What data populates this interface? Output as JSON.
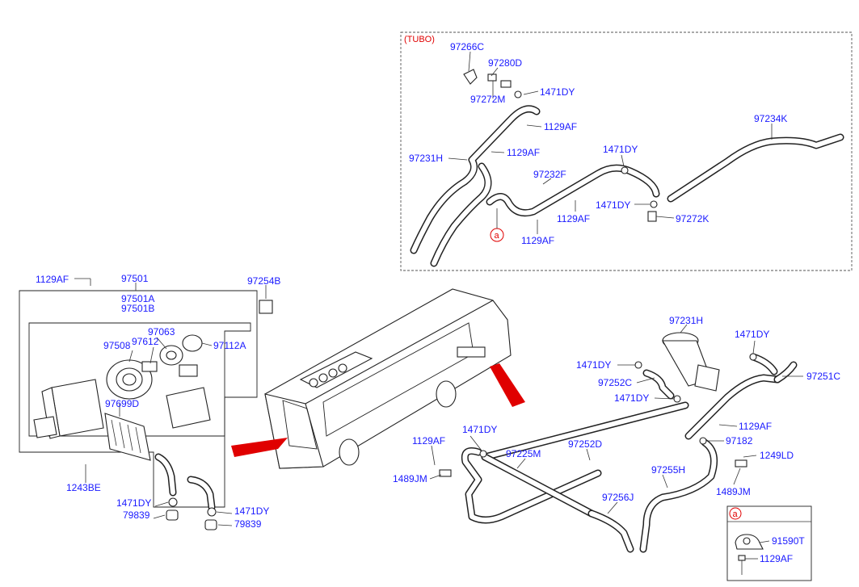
{
  "labels": {
    "tubo": "(TUBO)",
    "p97266C": "97266C",
    "p97280D": "97280D",
    "p97272M": "97272M",
    "p1471DY_a": "1471DY",
    "p1129AF_a": "1129AF",
    "p1129AF_b": "1129AF",
    "p97231H_a": "97231H",
    "p97232F": "97232F",
    "p1471DY_b": "1471DY",
    "p1471DY_c": "1471DY",
    "p97272K": "97272K",
    "p1129AF_c": "1129AF",
    "p1129AF_d": "1129AF",
    "p97234K": "97234K",
    "circle_a": "a",
    "p1129AF_e": "1129AF",
    "p97501": "97501",
    "p97501A": "97501A",
    "p97501B": "97501B",
    "p97254B": "97254B",
    "p97063": "97063",
    "p97612": "97612",
    "p97508": "97508",
    "p97112A": "97112A",
    "p97699D": "97699D",
    "p1243BE": "1243BE",
    "p1471DY_d": "1471DY",
    "p79839_a": "79839",
    "p1471DY_e": "1471DY",
    "p79839_b": "79839",
    "p97231H_b": "97231H",
    "p1471DY_f": "1471DY",
    "p1471DY_g": "1471DY",
    "p97252C": "97252C",
    "p1471DY_h": "1471DY",
    "p97251C": "97251C",
    "p1129AF_f": "1129AF",
    "p97182": "97182",
    "p1249LD": "1249LD",
    "p1489JM_a": "1489JM",
    "p1129AF_g": "1129AF",
    "p1471DY_i": "1471DY",
    "p97225M": "97225M",
    "p97252D": "97252D",
    "p1489JM_b": "1489JM",
    "p97255H": "97255H",
    "p97256J": "97256J",
    "detail_a": "a",
    "p91590T": "91590T",
    "p1129AF_h": "1129AF"
  }
}
